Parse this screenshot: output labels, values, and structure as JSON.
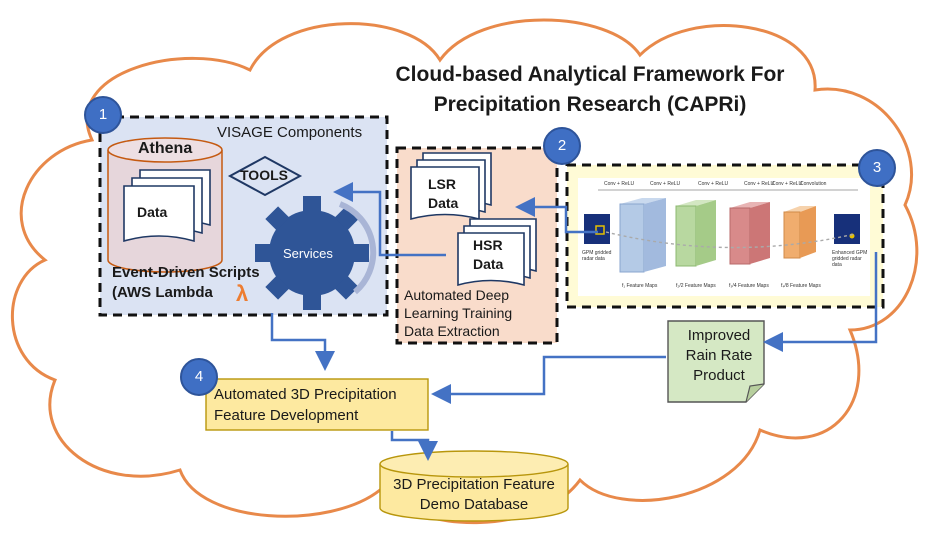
{
  "title_line1": "Cloud-based Analytical Framework For",
  "title_line2": "Precipitation Research (CAPRi)",
  "badges": [
    "1",
    "2",
    "3",
    "4"
  ],
  "panel1": {
    "header": "VISAGE Components",
    "athena": "Athena",
    "data": "Data",
    "tools": "TOOLS",
    "services": "Services",
    "scripts_line1": "Event-Driven Scripts",
    "scripts_line2": "(AWS Lambda",
    "lambda": "λ"
  },
  "panel2": {
    "lsr_line1": "LSR",
    "lsr_line2": "Data",
    "hsr_line1": "HSR",
    "hsr_line2": "Data",
    "caption_line1": "Automated Deep",
    "caption_line2": "Learning Training",
    "caption_line3": "Data Extraction"
  },
  "panel3": {
    "stage_labels": [
      "Conv + ReLU",
      "Conv + ReLU",
      "Conv + ReLU",
      "Conv + ReLU",
      "Conv + ReLU",
      "Convolution"
    ],
    "input_label_line1": "GPM gridded",
    "input_label_line2": "radar data",
    "feature_labels": [
      "f₁ Feature Maps",
      "f₂/2 Feature Maps",
      "f₃/4 Feature Maps",
      "f₄/8 Feature Maps"
    ],
    "output_label_line1": "Enhanced GPM",
    "output_label_line2": "gridded radar",
    "output_label_line3": "data"
  },
  "rain_rate": {
    "line1": "Improved",
    "line2": "Rain Rate",
    "line3": "Product"
  },
  "feature_dev": {
    "line1": "Automated 3D Precipitation",
    "line2": "Feature Development"
  },
  "database": {
    "line1": "3D Precipitation Feature",
    "line2": "Demo Database"
  },
  "colors": {
    "cloud_stroke": "#e8894a",
    "panel1_fill": "#dbe3f3",
    "panel2_fill": "#f9dccb",
    "panel3_fill": "#fffbd6",
    "badge_fill": "#3f6fc4",
    "arrow": "#4472c4",
    "gear": "#2f5597",
    "lambda": "#ed7d31",
    "rain_fill": "#d5e8c4",
    "yellow_fill": "#fde9a0"
  }
}
